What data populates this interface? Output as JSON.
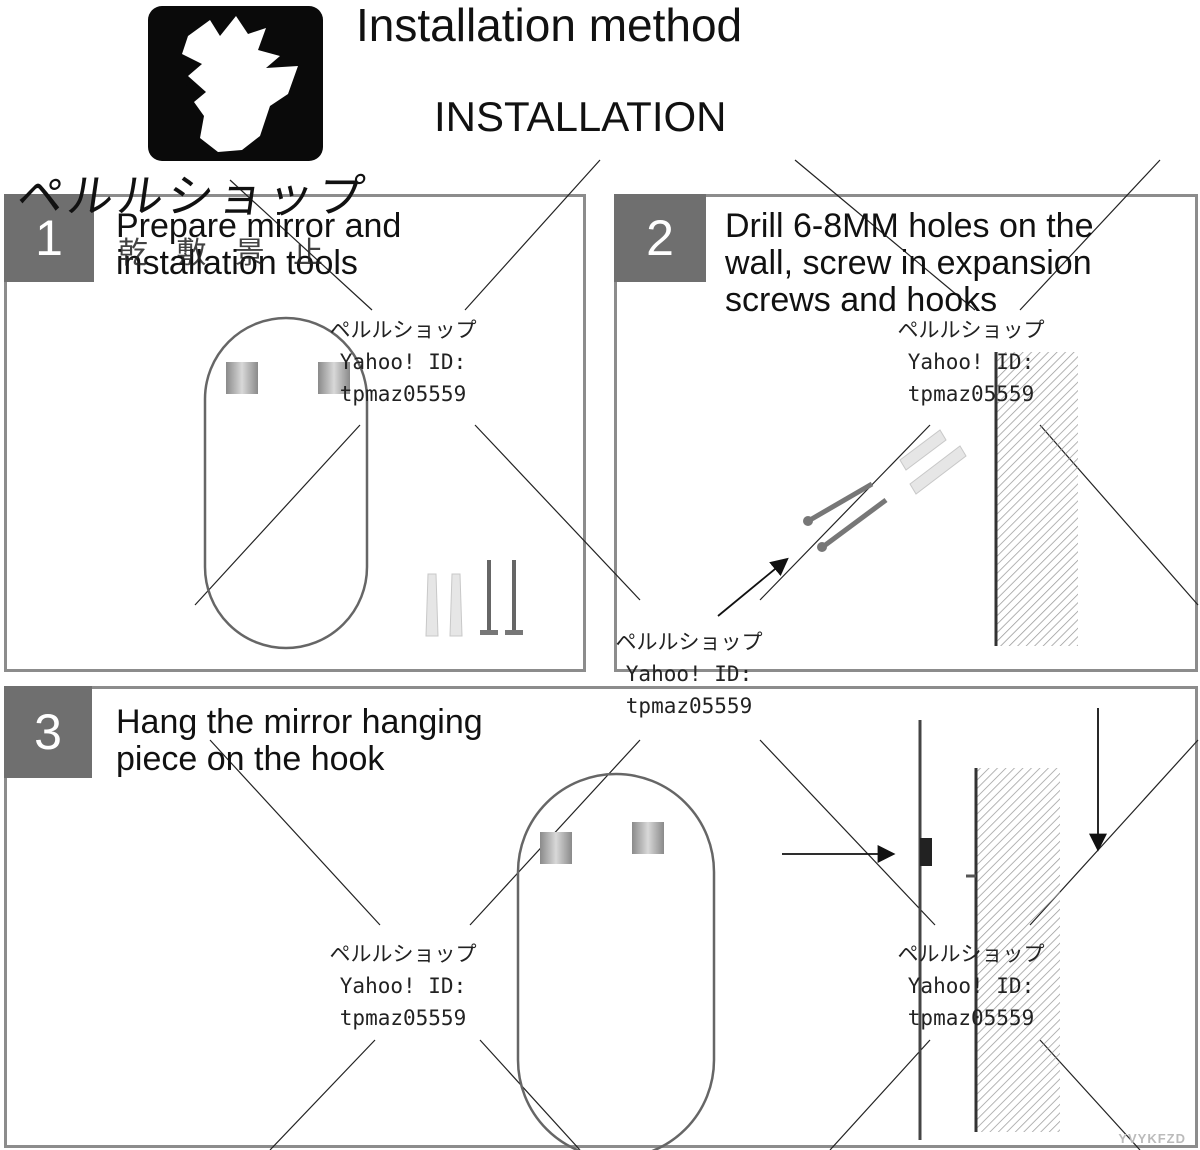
{
  "header": {
    "title": "Installation method",
    "subtitle": "INSTALLATION"
  },
  "shop": {
    "name": "ペルルショップ",
    "sub": "乾 敷 景 止"
  },
  "steps": [
    {
      "number": "1",
      "text": "Prepare mirror and\ninstallation tools"
    },
    {
      "number": "2",
      "text": "Drill 6-8MM holes on the\nwall, screw in expansion\nscrews and hooks"
    },
    {
      "number": "3",
      "text": "Hang the mirror hanging\npiece on the hook"
    }
  ],
  "watermark": {
    "shop": "ペルルショップ",
    "yahoo": "Yahoo! ID:",
    "id": "tpmaz05559"
  },
  "corner_mark": "YVYKFZD",
  "colors": {
    "badge": "#6f6f6f",
    "border": "#8c8c8c",
    "logo": "#0a0a0a"
  }
}
